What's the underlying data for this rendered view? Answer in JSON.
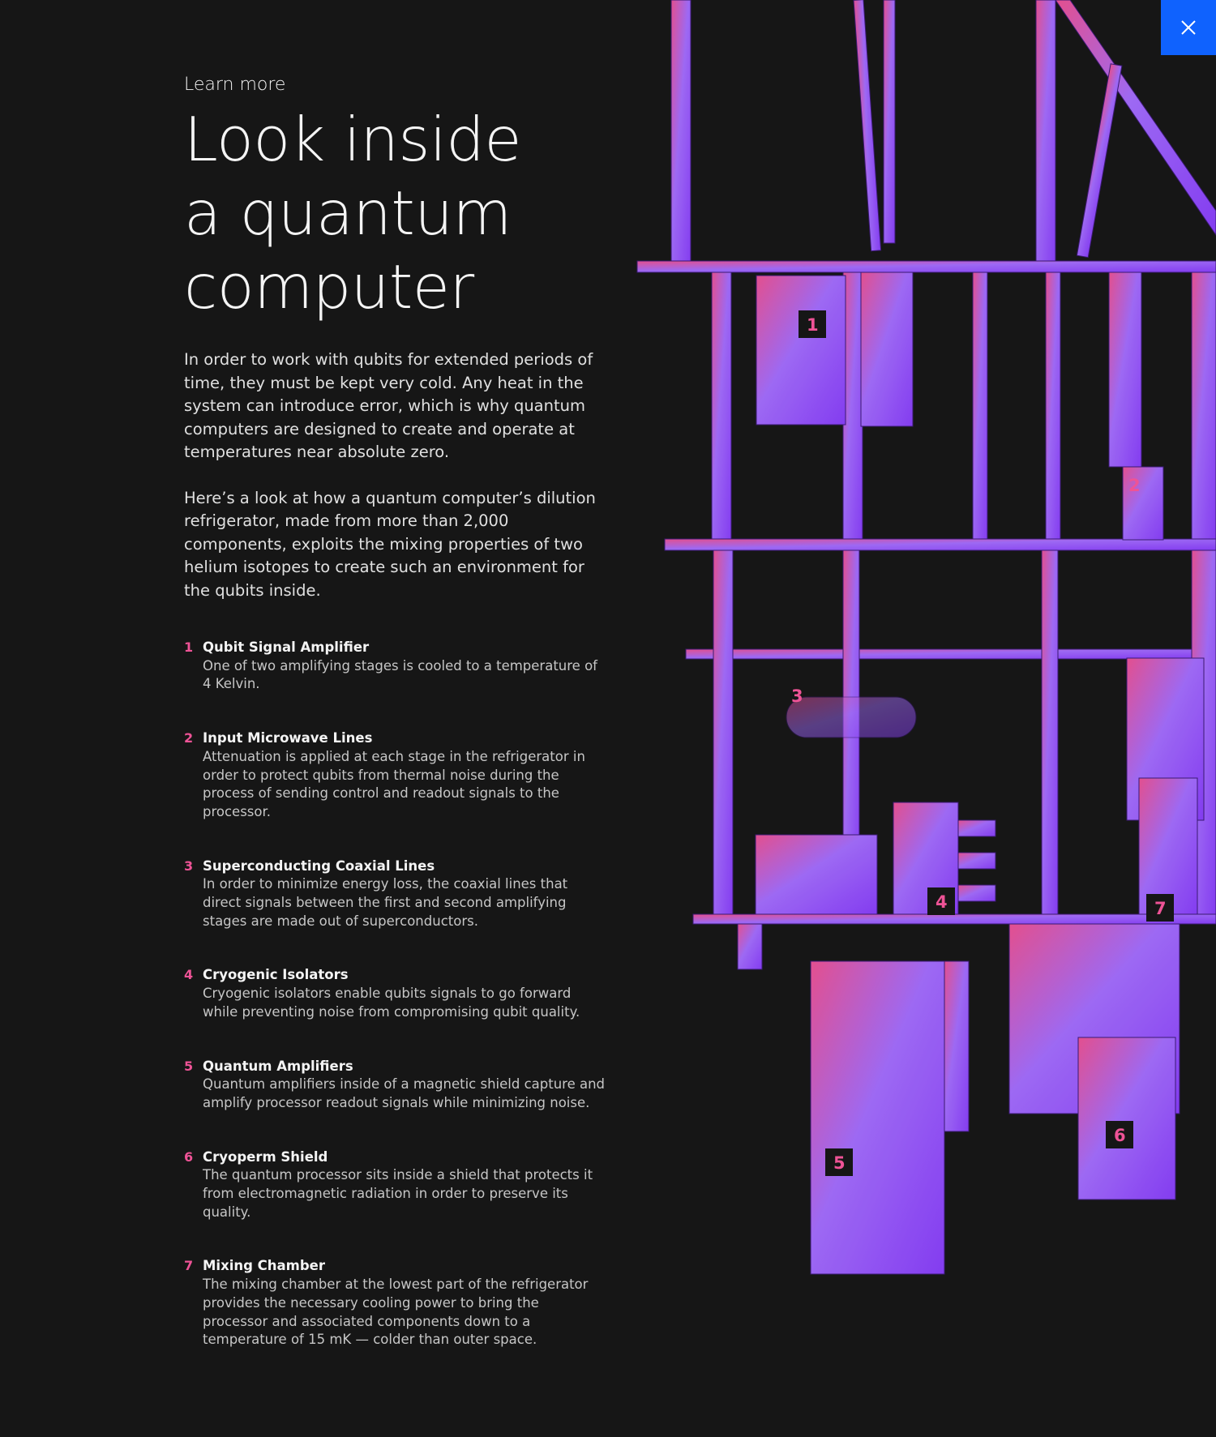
{
  "close": {
    "icon": "close-icon",
    "color": "#0f62fe"
  },
  "header": {
    "eyebrow": "Learn more",
    "title_lines": [
      "Look inside",
      "a quantum",
      "computer"
    ]
  },
  "intro": [
    "In order to work with qubits for extended periods of time, they must be kept very cold. Any heat in the system can introduce error, which is why quantum computers are designed to create and operate at temperatures near absolute zero.",
    "Here’s a look at how a quantum computer’s dilution refrigerator, made from more than 2,000 components, exploits the mixing properties of two helium isotopes to create such an environment for the qubits inside."
  ],
  "components": [
    {
      "num": "1",
      "title": "Qubit Signal Amplifier",
      "desc": "One of two amplifying stages is cooled to a temperature of 4 Kelvin."
    },
    {
      "num": "2",
      "title": "Input Microwave Lines",
      "desc": "Attenuation is applied at each stage in the refrigerator in order to protect qubits from thermal noise during the process of sending control and readout signals to the processor."
    },
    {
      "num": "3",
      "title": "Superconducting Coaxial Lines",
      "desc": "In order to minimize energy loss, the coaxial lines that direct signals between the first and second amplifying stages are made out of superconductors."
    },
    {
      "num": "4",
      "title": "Cryogenic Isolators",
      "desc": "Cryogenic isolators enable qubits signals to go forward while preventing noise from compromising qubit quality."
    },
    {
      "num": "5",
      "title": "Quantum Amplifiers",
      "desc": "Quantum amplifiers inside of a magnetic shield capture and amplify processor readout signals while minimizing noise."
    },
    {
      "num": "6",
      "title": "Cryoperm Shield",
      "desc": "The quantum processor sits inside a shield that protects it from electromagnetic radiation in order to preserve its quality."
    },
    {
      "num": "7",
      "title": "Mixing Chamber",
      "desc": "The mixing chamber at the lowest part of the refrigerator provides the necessary cooling power to bring the processor and associated components down to a temperature of 15 mK — colder than outer space."
    }
  ],
  "diagram": {
    "gradient": [
      "#ee5396",
      "#a56eff",
      "#8a3ffc"
    ],
    "callouts": [
      "1",
      "2",
      "3",
      "4",
      "5",
      "6",
      "7"
    ]
  }
}
